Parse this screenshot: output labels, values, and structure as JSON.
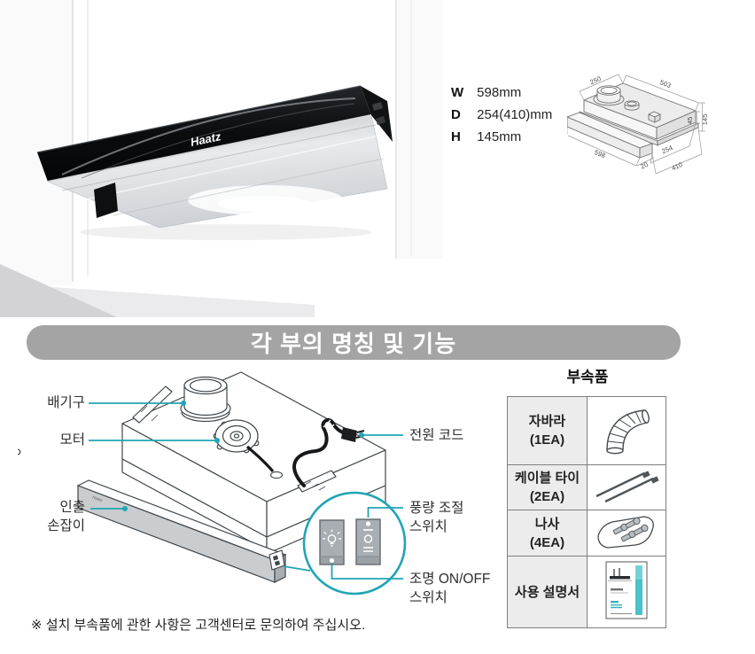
{
  "brand": {
    "logo_text": "Haatz"
  },
  "specs": {
    "rows": [
      {
        "key": "W",
        "value": "598mm"
      },
      {
        "key": "D",
        "value": "254(410)mm"
      },
      {
        "key": "H",
        "value": "145mm"
      }
    ]
  },
  "dimension_diagram": {
    "d250": "250",
    "d503": "503",
    "d45": "45",
    "d145": "145",
    "d598": "598",
    "d20": "20",
    "d254": "254",
    "d410": "410"
  },
  "section_banner": {
    "title": "각 부의 명칭 및 기능"
  },
  "parts": {
    "exhaust": "배기구",
    "motor": "모터",
    "pullout_line1": "인출",
    "pullout_line2": "손잡이",
    "power_cord": "전원 코드",
    "fan_switch_line1": "풍량 조절",
    "fan_switch_line2": "스위치",
    "light_switch_line1": "조명 ON/OFF",
    "light_switch_line2": "스위치"
  },
  "accessories": {
    "title": "부속품",
    "rows": [
      {
        "name": "자바라",
        "qty": "(1EA)"
      },
      {
        "name": "케이블 타이",
        "qty": "(2EA)"
      },
      {
        "name": "나사",
        "qty": "(4EA)"
      },
      {
        "name": "사용 설명서",
        "qty": ""
      }
    ]
  },
  "footnote": "※ 설치 부속품에 관한 사항은 고객센터로 문의하여 주십시오.",
  "colors": {
    "accent_teal": "#21A5B4",
    "banner_gray": "#A4A4A4",
    "cell_bg": "#ECECEC",
    "table_border": "#7F7F7F",
    "switch_gray": "#A8AEB2"
  }
}
